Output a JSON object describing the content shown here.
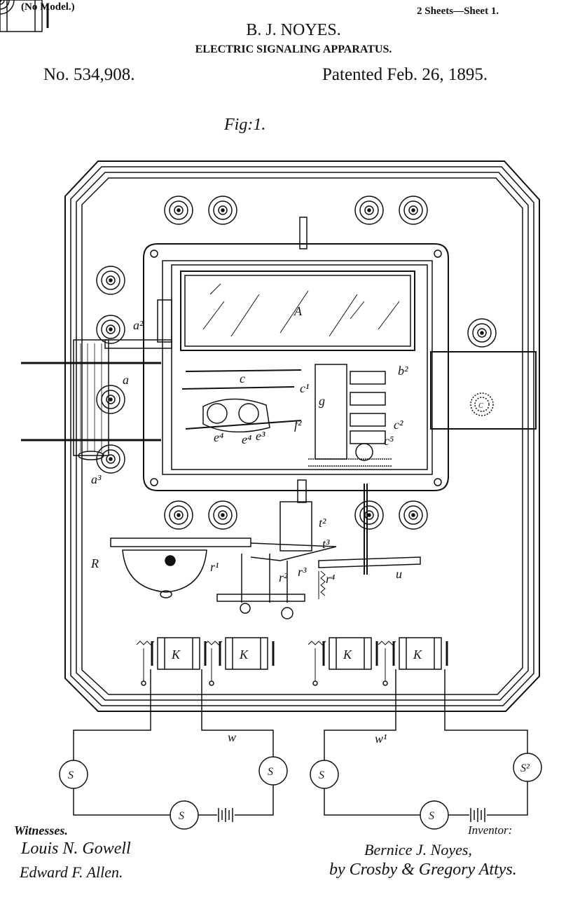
{
  "header": {
    "no_model": "(No Model.)",
    "sheets": "2 Sheets—Sheet 1.",
    "inventor": "B. J. NOYES.",
    "title": "ELECTRIC SIGNALING APPARATUS.",
    "patent_number": "No. 534,908.",
    "patent_date": "Patented Feb. 26, 1895."
  },
  "figure": {
    "label": "Fig:1.",
    "ref_labels": {
      "A": "A",
      "a": "a",
      "a2": "a²",
      "a3": "a³",
      "b2": "b²",
      "c": "c",
      "c1": "c¹",
      "g": "g",
      "f2": "f²",
      "c2": "c²",
      "c5": "c⁵",
      "e4a": "e⁴",
      "e4b": "e⁴",
      "e3": "e³",
      "t2": "t²",
      "t3": "t³",
      "R": "R",
      "r1": "r¹",
      "r2": "r²",
      "r3": "r³",
      "r4": "r⁴",
      "u": "u",
      "K": "K",
      "w": "w",
      "w1": "w¹",
      "S": "S",
      "S2": "S²",
      "C": "C"
    }
  },
  "footer": {
    "witnesses_label": "Witnesses.",
    "witness_1": "Louis N. Gowell",
    "witness_2": "Edward F. Allen.",
    "inventor_label": "Inventor:",
    "inventor_signature": "Bernice J. Noyes,",
    "attorneys": "by Crosby & Gregory Attys."
  }
}
